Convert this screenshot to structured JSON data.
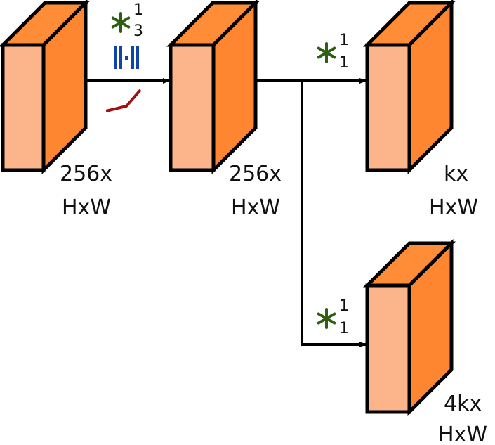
{
  "colors": {
    "box_front": "#FCB48A",
    "box_side": "#FF8630",
    "conv_icon": "#2E5E12",
    "norm_icon": "#1144AA",
    "relu_icon": "#A01010"
  },
  "icons": {
    "conv": "asterisk-icon",
    "norm": "batch-norm-icon",
    "relu": "relu-icon"
  },
  "blocks": [
    {
      "line1": "256x",
      "line2": "HxW"
    },
    {
      "line1": "256x",
      "line2": "HxW"
    },
    {
      "line1": "kx",
      "line2": "HxW"
    },
    {
      "line1": "4kx",
      "line2": "HxW"
    }
  ],
  "ops": [
    {
      "sup": "1",
      "sub": "3"
    },
    {
      "sup": "1",
      "sub": "1"
    },
    {
      "sup": "1",
      "sub": "1"
    }
  ]
}
